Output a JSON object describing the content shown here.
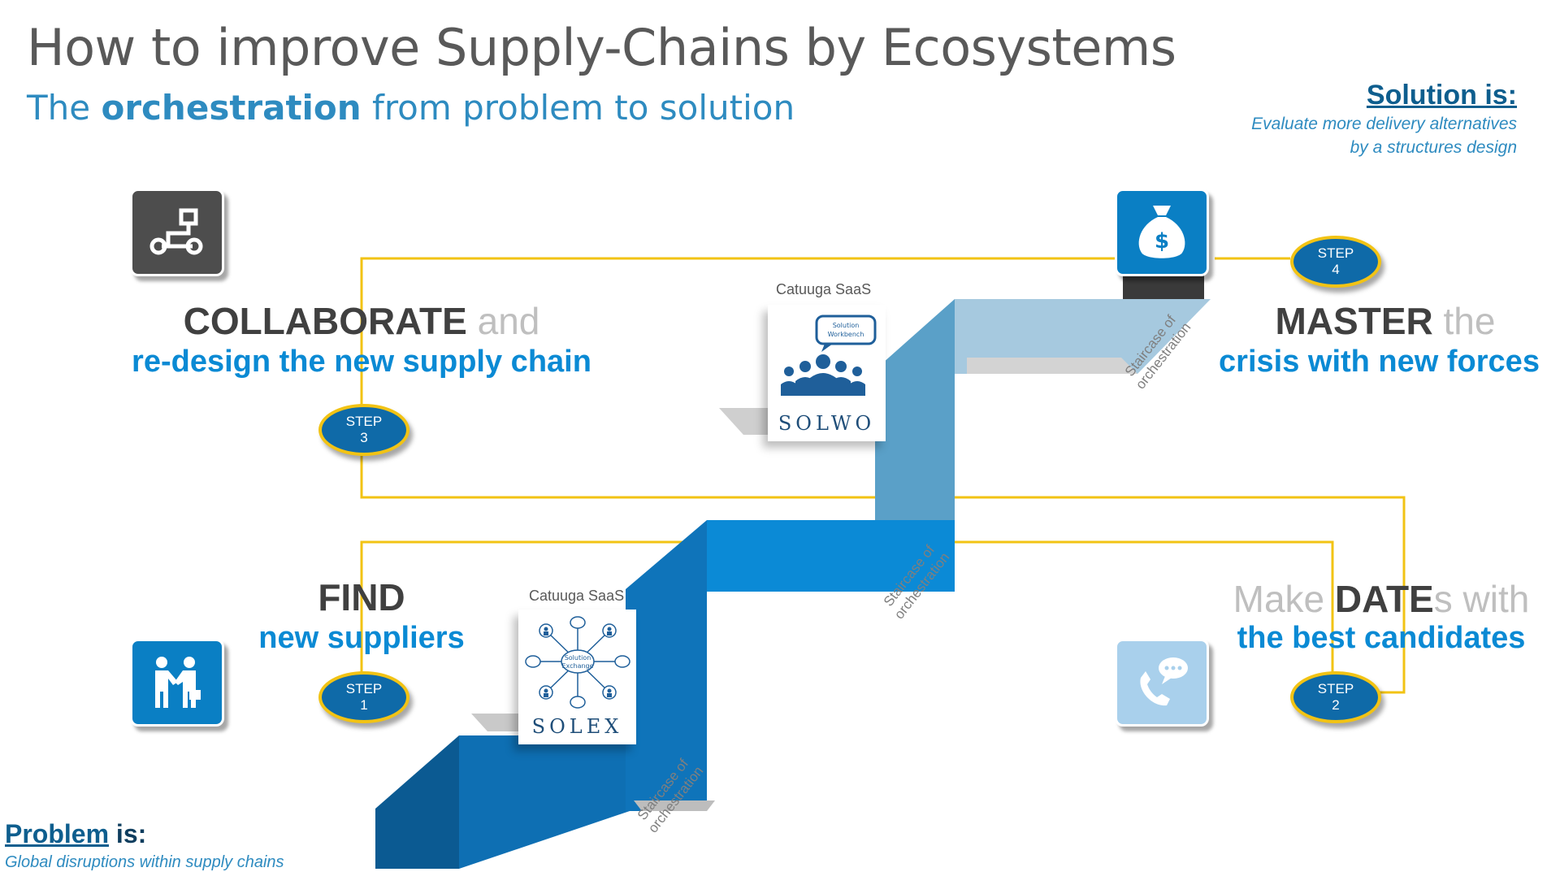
{
  "header": {
    "title": "How to improve Supply-Chains by Ecosystems",
    "subtitle_pre": "The ",
    "subtitle_bold": "orchestration",
    "subtitle_post": " from problem to solution"
  },
  "solution": {
    "heading": "Solution is:",
    "line1": "Evaluate more delivery alternatives",
    "line2": "by a structures design"
  },
  "problem": {
    "heading": "Problem",
    "heading_rest": " is:",
    "line1": "Global disruptions within supply chains"
  },
  "steps": {
    "step1": {
      "badge_word": "STEP",
      "badge_num": "1",
      "head": "FIND",
      "sub": "new suppliers"
    },
    "step2": {
      "badge_word": "STEP",
      "badge_num": "2",
      "head_pre": "Make ",
      "head_main": "DATE",
      "head_post": "s with",
      "sub": "the best candidates"
    },
    "step3": {
      "badge_word": "STEP",
      "badge_num": "3",
      "head_main": "COLLABORATE",
      "head_post": " and",
      "sub": "re-design the new supply chain"
    },
    "step4": {
      "badge_word": "STEP",
      "badge_num": "4",
      "head_main": "MASTER",
      "head_post": " the",
      "sub": "crisis with new forces"
    }
  },
  "apps": {
    "solwo": {
      "saas": "Catuuga SaaS",
      "name": "SOLWO",
      "bubble": "Solution Workbench"
    },
    "solex": {
      "saas": "Catuuga SaaS",
      "name": "SOLEX",
      "hub": "Solution Exchange"
    }
  },
  "staircase": {
    "label_line1": "Staircase of",
    "label_line2": "orchestration"
  },
  "icons": {
    "collaborate": "workflow-icon",
    "master": "money-bag-icon",
    "find": "handshake-icon",
    "dates": "phone-chat-icon"
  },
  "colors": {
    "title": "#595959",
    "accent_blue": "#2e8bc0",
    "bright_blue": "#0a8ad4",
    "connector": "#f2c314",
    "tile_dark": "#4d4d4d",
    "tile_blue": "#0a7fc4",
    "tile_light": "#a9d0ec"
  }
}
